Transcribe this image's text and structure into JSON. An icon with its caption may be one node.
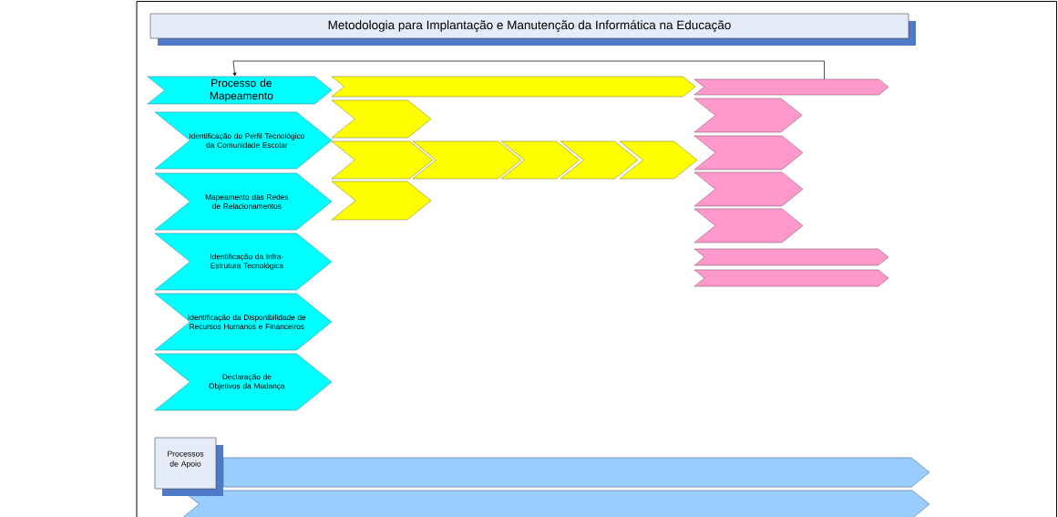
{
  "diagram": {
    "title": "Metodologia para Implantação e Manutenção da Informática na Educação",
    "nodes": [
      {
        "text": [
          "Processo de Mapeamento"
        ]
      },
      {
        "text": [],
        "shape": "chevron"
      },
      {
        "text": [],
        "shape": "chevron"
      },
      {
        "text": [
          "Identificação do Perfil Tecnológico da Comunidade Escolar"
        ]
      },
      {
        "text": [
          "Mapeamento das Redes de Relacionamentos"
        ]
      },
      {
        "text": [
          "Identificação da Infra-Estrutura Tecnológica"
        ]
      },
      {
        "text": [
          "Identificação da Disponibilidade de Recursos Humanos e Financeiros"
        ]
      },
      {
        "text": [
          "Declaração de Objetivos da Mudança"
        ]
      },
      {
        "text": [],
        "shape": "chevron"
      },
      {
        "text": [],
        "shape": "chevron"
      },
      {
        "text": [],
        "shape": "chevron"
      },
      {
        "text": [],
        "shape": "chevron"
      },
      {
        "text": [],
        "shape": "chevron"
      },
      {
        "text": [],
        "shape": "chevron"
      },
      {
        "text": [],
        "shape": "chevron"
      },
      {
        "text": [],
        "shape": "chevron"
      },
      {
        "text": [],
        "shape": "chevron"
      },
      {
        "text": [],
        "shape": "chevron"
      },
      {
        "text": [],
        "shape": "chevron"
      },
      {
        "text": [],
        "shape": "chevron"
      },
      {
        "text": [],
        "shape": "chevron"
      },
      {
        "text": [
          "Processos de Apoio"
        ]
      },
      {
        "text": [],
        "shape": "chevron"
      },
      {
        "text": [],
        "shape": "chevron"
      }
    ],
    "edges": [
      {
        "from": 2,
        "to": 0,
        "arrow": "to"
      }
    ]
  }
}
